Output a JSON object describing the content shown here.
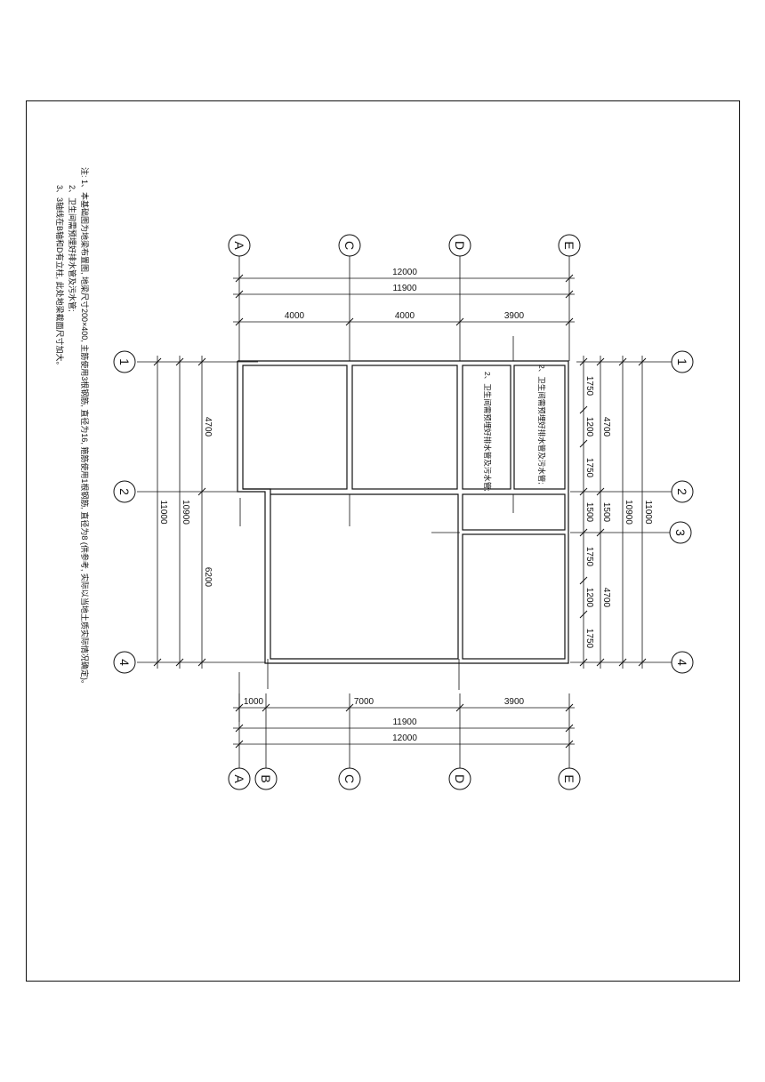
{
  "notes": {
    "line1": "注: 1、本基础图为地梁布置图, 地梁尺寸200×400, 主筋使用3根钢筋, 直径为16, 箍筋使用1根钢筋, 直径为8 (供参考, 实际以当地土质实际情况确定)。",
    "line2": "2、卫生间需预埋好排水管及污水管;",
    "line3": "3、3轴线在B轴和D有立柱, 此处地梁截面尺寸加大。"
  },
  "room_notes": {
    "left": "2、卫生间需预埋好排水管及污水管;",
    "right": "2、卫生间需预埋好排水管及污水管;"
  },
  "axes_cols": {
    "top": [
      "A",
      "C",
      "D",
      "E"
    ],
    "bottom": [
      "A",
      "B",
      "C",
      "D",
      "E"
    ]
  },
  "axes_rows": {
    "left": [
      "1",
      "2",
      "4"
    ],
    "right": [
      "1",
      "2",
      "3",
      "4"
    ]
  },
  "dims_top": {
    "total_outer": "12000",
    "total_inner": "11900",
    "seg1": "4000",
    "seg2": "4000",
    "seg3": "3900"
  },
  "dims_bottom": {
    "seg1": "1000",
    "seg2": "7000",
    "seg3": "3900",
    "total_inner": "11900",
    "total_outer": "12000"
  },
  "dims_left": {
    "outer": "11000",
    "inner": "10900",
    "seg1": "4700",
    "seg2": "6200"
  },
  "dims_right": {
    "outer": "11000",
    "inner": "10900",
    "grp1": "4700",
    "grp2": "4700",
    "a1": "1750",
    "a2": "1200",
    "a3": "1750",
    "b": "1500",
    "b2": "1500",
    "c1": "1750",
    "c2": "1200",
    "c3": "1750"
  }
}
